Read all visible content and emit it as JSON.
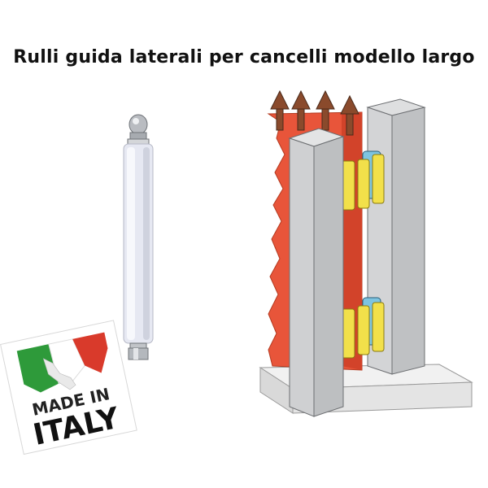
{
  "title": "Rulli guida laterali per cancelli modello largo",
  "badge": {
    "line1": "MADE IN",
    "line2": "ITALY",
    "flag_colors": [
      "#2e9a3a",
      "#ffffff",
      "#d93a2b"
    ]
  },
  "colors": {
    "gate": "#e8553a",
    "post": "#c9cbcd",
    "roller": "#f2e04a",
    "roller_side": "#7ec4e0",
    "rod_roller": "#e6e8f2"
  }
}
